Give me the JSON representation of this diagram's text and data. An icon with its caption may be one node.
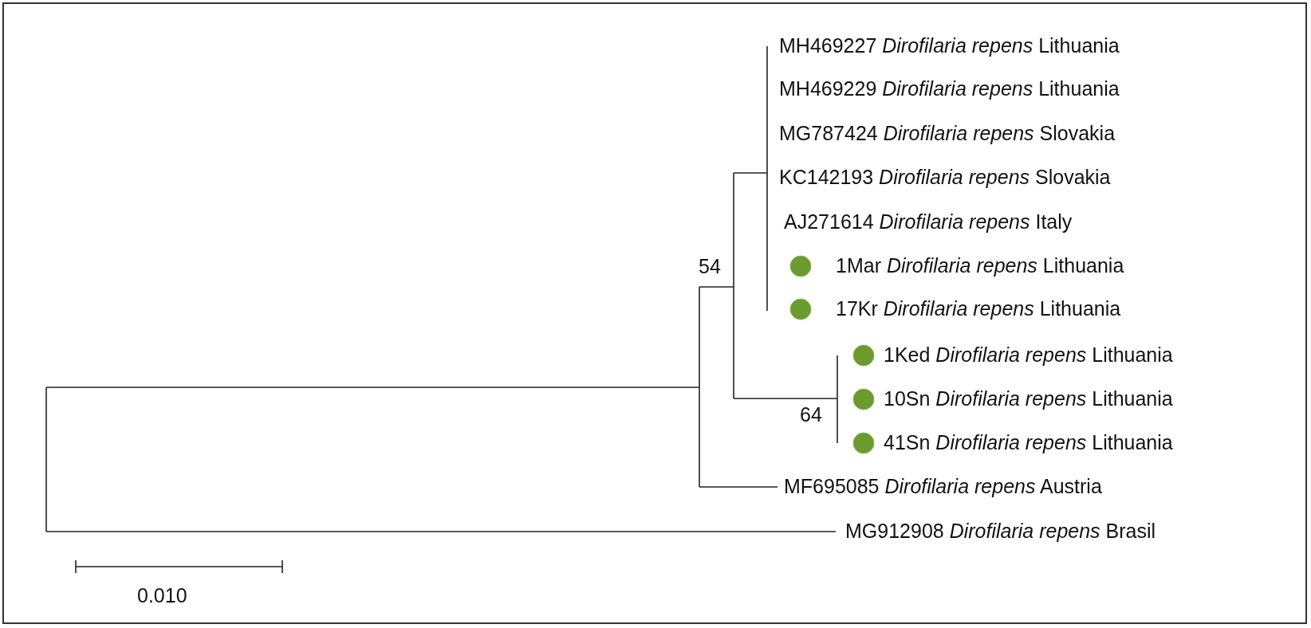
{
  "diagram": {
    "labels": [
      "MH469227 *Dirofilaria repens* Lithuania",
      "MH469229 *Dirofilaria repens* Lithuania",
      "MG787424 *Dirofilaria repens* Slovakia",
      "KC142193 *Dirofilaria repens* Slovakia",
      "AJ271614 *Dirofilaria repens* Italy",
      "54",
      "1Mar *Dirofilaria repens* Lithuania",
      "17Kr *Dirofilaria repens* Lithuania",
      "1Ked *Dirofilaria repens* Lithuania",
      "10Sn *Dirofilaria repens* Lithuania",
      "64",
      "41Sn *Dirofilaria repens* Lithuania",
      "MF695085 *Dirofilaria repens* Austria",
      "MG912908 *Dirofilaria repens* Brasil",
      "0.010"
    ]
  }
}
